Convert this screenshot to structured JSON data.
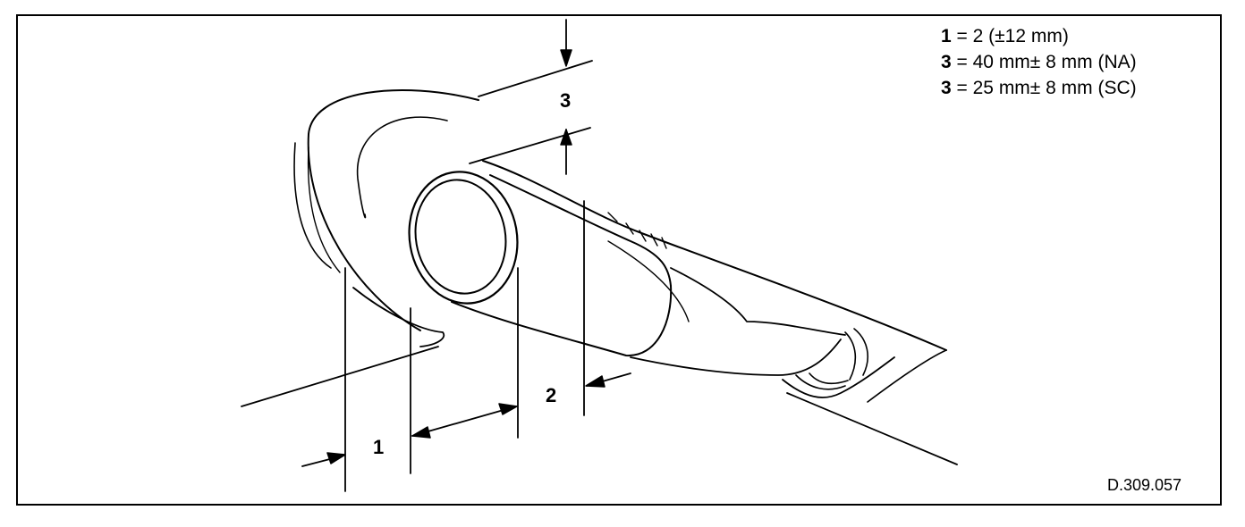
{
  "legend": [
    {
      "key": "1",
      "text": " = 2 (±12 mm)"
    },
    {
      "key": "3",
      "text": " = 40 mm± 8 mm (NA)"
    },
    {
      "key": "3",
      "text": " = 25 mm± 8 mm (SC)"
    }
  ],
  "callouts": {
    "one": "1",
    "two": "2",
    "three": "3"
  },
  "figure_ref": "D.309.057"
}
